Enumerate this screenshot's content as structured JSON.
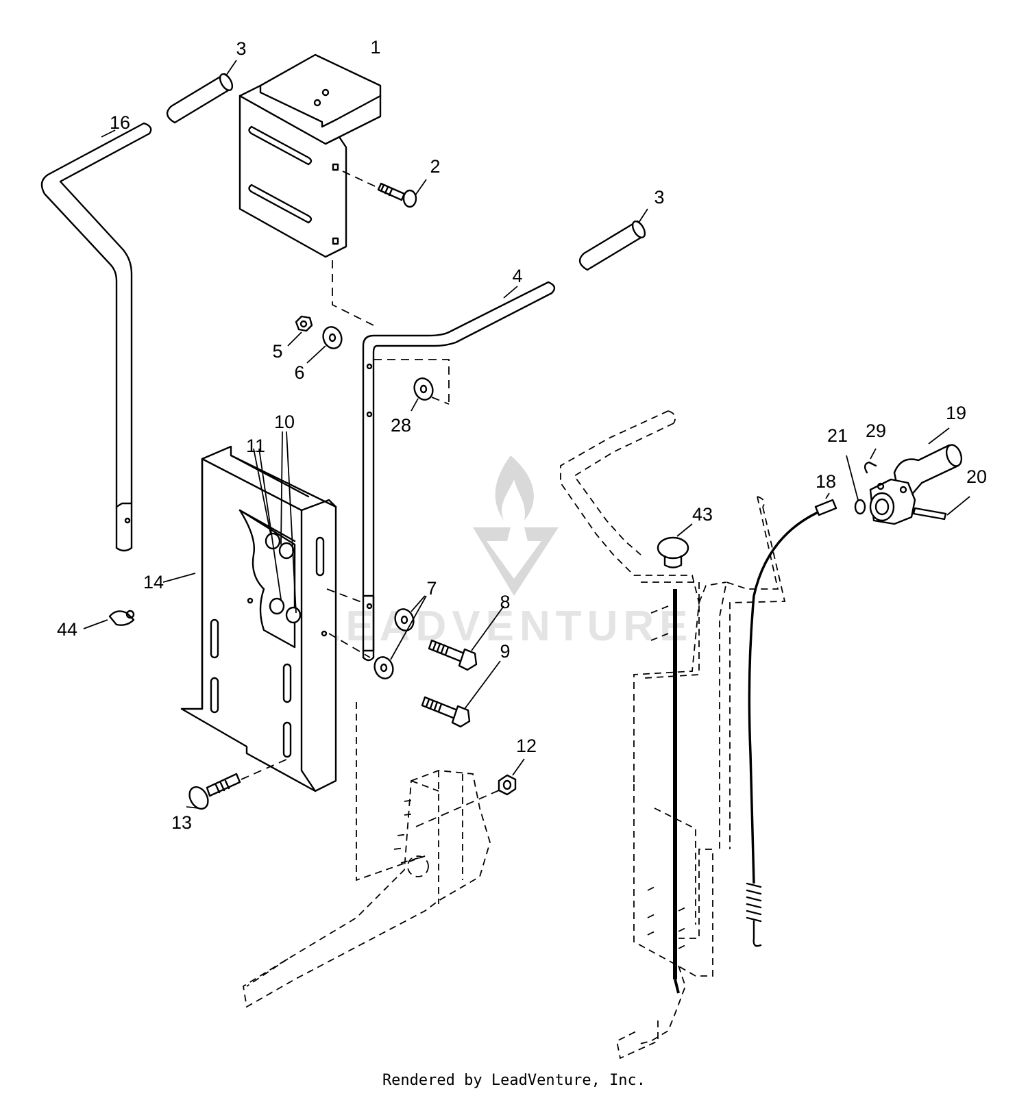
{
  "watermark": {
    "text": "LEADVENTURE"
  },
  "footer": {
    "credit": "Rendered by LeadVenture, Inc."
  },
  "callouts": {
    "c1": "1",
    "c2": "2",
    "c3a": "3",
    "c3b": "3",
    "c4": "4",
    "c5": "5",
    "c6": "6",
    "c7": "7",
    "c8": "8",
    "c9": "9",
    "c10": "10",
    "c11": "11",
    "c12": "12",
    "c13": "13",
    "c14": "14",
    "c16": "16",
    "c18": "18",
    "c19": "19",
    "c20": "20",
    "c21": "21",
    "c28": "28",
    "c29": "29",
    "c43": "43",
    "c44": "44"
  },
  "colors": {
    "line": "#000000",
    "watermark": "#d9d9d9"
  }
}
